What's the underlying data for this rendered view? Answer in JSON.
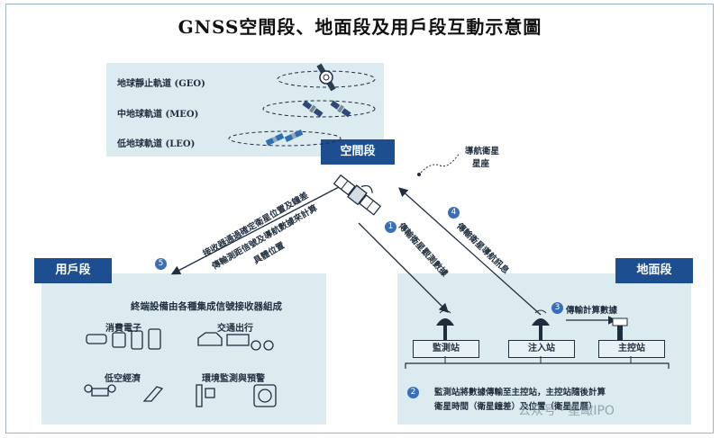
{
  "title": "GNSS空間段、地面段及用戶段互動示意圖",
  "segments": {
    "space": "空間段",
    "user": "用戶段",
    "ground": "地面段"
  },
  "orbits": [
    {
      "label": "地球靜止軌道 (GEO)"
    },
    {
      "label": "中地球軌道 (MEO)"
    },
    {
      "label": "低地球軌道 (LEO)"
    }
  ],
  "constellation": {
    "line1": "導航衛星",
    "line2": "星座"
  },
  "flows": {
    "f1": {
      "num": "1",
      "text": "傳輸衛星觀測數據"
    },
    "f3": {
      "num": "3",
      "text": "傳輸計算數據"
    },
    "f4": {
      "num": "4",
      "text": "傳輸衛星導航訊息"
    },
    "f5": {
      "num": "5",
      "line1": "接收器通過確定衛星位置及鐘差",
      "line2": "傳輸測距信號及導航數據來計算",
      "line3": "具體位置"
    },
    "f2": {
      "num": "2",
      "line1": "監測站將數據傳輸至主控站，主控站隨後計算",
      "line2": "衛星時間（衛星鐘差）及位置（衛星星曆）"
    }
  },
  "user_panel": {
    "heading": "終端設備由各種集成信號接收器組成",
    "categories": [
      {
        "label": "消費電子"
      },
      {
        "label": "交通出行"
      },
      {
        "label": "低空經濟"
      },
      {
        "label": "環境監測與預警"
      }
    ]
  },
  "ground_stations": {
    "monitor": "監測站",
    "upload": "注入站",
    "master": "主控站"
  },
  "watermark": "公众号 · 星瞰IPO",
  "colors": {
    "panel": "#dcebf0",
    "tag": "#1d4e8f",
    "arrow": "#1f2d3d",
    "badge": "#3a6fb6"
  }
}
